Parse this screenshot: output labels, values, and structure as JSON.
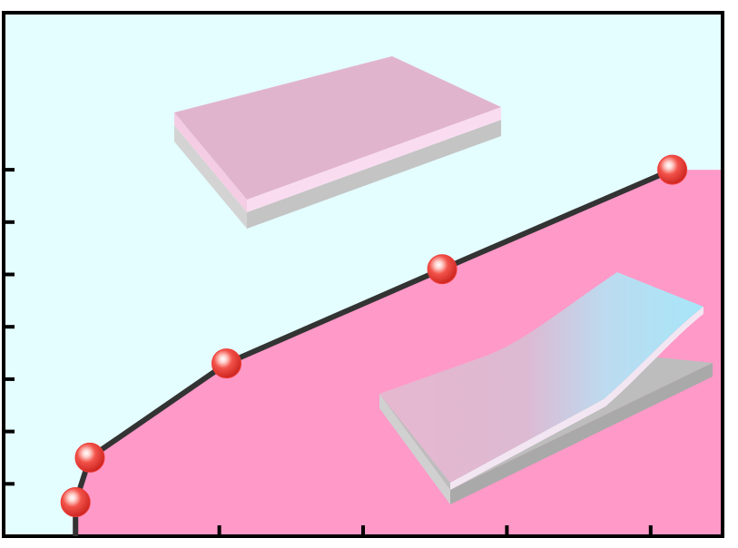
{
  "chart_data": {
    "type": "area",
    "title": "",
    "xlabel": "",
    "ylabel": "",
    "xlim": [
      0,
      10
    ],
    "ylim": [
      0,
      10
    ],
    "grid": false,
    "x_ticks": [
      1,
      3,
      5,
      7,
      9
    ],
    "y_ticks": [
      1,
      2,
      3,
      4,
      5,
      6,
      7
    ],
    "series": [
      {
        "x": [
          1.0,
          1.2,
          3.1,
          6.1,
          9.3
        ],
        "y": [
          0.65,
          1.5,
          3.3,
          5.1,
          7.0
        ]
      }
    ],
    "colors": {
      "upper_region": "#e4fdff",
      "lower_region": "#ff99c8",
      "line": "#333333",
      "marker": "#ef3b36",
      "frame": "#000000"
    },
    "illustrations": [
      "flat-film-slab",
      "bent-film-slab"
    ]
  }
}
